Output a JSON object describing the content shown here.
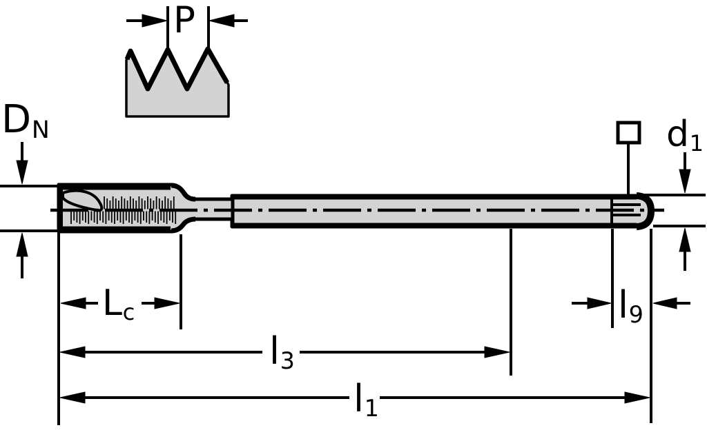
{
  "drawing": {
    "type": "technical-dimension-drawing",
    "subject": "machine tap side view with thread pitch detail",
    "background_color": "#ffffff",
    "line_color": "#000000",
    "body_fill_color": "#d3d3d3"
  },
  "dimensions": {
    "pitch": {
      "main": "P",
      "sub": ""
    },
    "nominal_thread_diameter": {
      "main": "D",
      "sub": "N"
    },
    "shank_diameter": {
      "main": "d",
      "sub": "1"
    },
    "chamfer_length": {
      "main": "L",
      "sub": "c"
    },
    "length_l3": {
      "main": "l",
      "sub": "3"
    },
    "overall_length": {
      "main": "l",
      "sub": "1"
    },
    "square_length": {
      "main": "l",
      "sub": "9"
    }
  }
}
